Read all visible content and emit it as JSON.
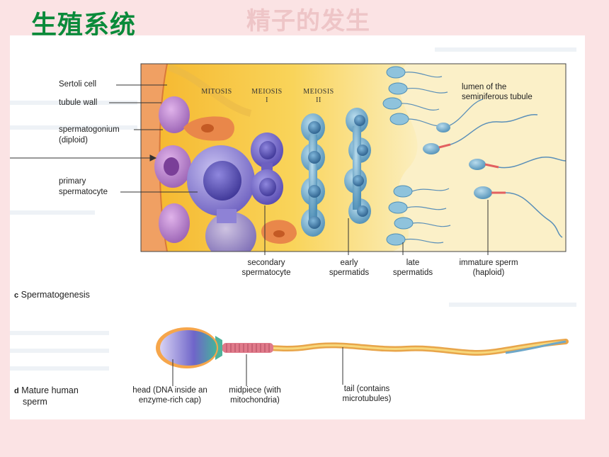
{
  "header": {
    "title": "生殖系统",
    "subtitle": "精子的发生"
  },
  "diagram": {
    "left_labels": {
      "sertoli": "Sertoli cell",
      "tubule_wall": "tubule wall",
      "spermatogonium": "spermatogonium",
      "spermatogonium_note": "(diploid)",
      "primary": "primary",
      "primary2": "spermatocyte"
    },
    "stages": {
      "mitosis": "MITOSIS",
      "meiosis1": "MEIOSIS",
      "meiosis1_num": "I",
      "meiosis2": "MEIOSIS",
      "meiosis2_num": "II"
    },
    "lumen": {
      "line1": "lumen of the",
      "line2": "seminiferous tubule"
    },
    "bottom_labels": {
      "secondary1": "secondary",
      "secondary2": "spermatocyte",
      "early1": "early",
      "early2": "spermatids",
      "late1": "late",
      "late2": "spermatids",
      "immature1": "immature sperm",
      "immature2": "(haploid)"
    },
    "caption_c_letter": "c",
    "caption_c": "Spermatogenesis",
    "sperm_labels": {
      "head1": "head (DNA inside an",
      "head2": "enzyme-rich cap)",
      "mid1": "midpiece (with",
      "mid2": "mitochondria)",
      "tail1": "tail (contains",
      "tail2": "microtubules)"
    },
    "caption_d_letter": "d",
    "caption_d1": "Mature human",
    "caption_d2": "sperm"
  },
  "colors": {
    "title": "#0a8a3a",
    "subtitle": "#eec5c7",
    "background": "#fbe3e4",
    "tissue": "#f6c53a",
    "lumen": "#fbf0c8",
    "primary_cell": "#8a7fd6",
    "spermatid": "#6ea7c8"
  }
}
